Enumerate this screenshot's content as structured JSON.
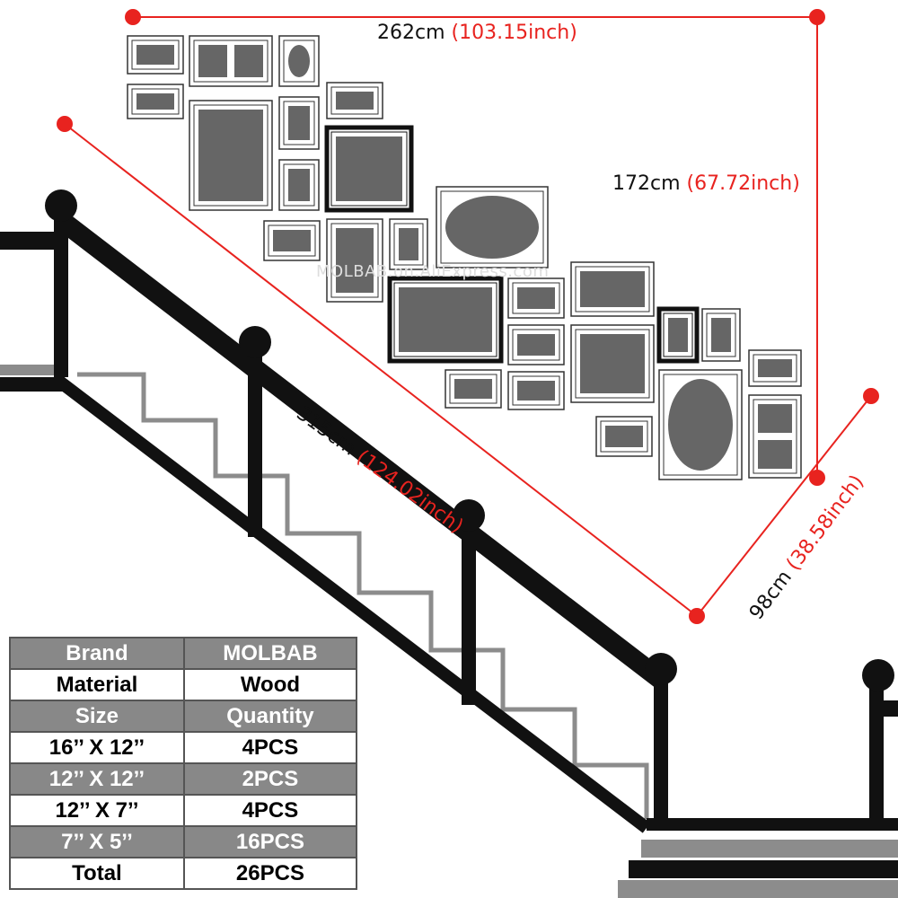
{
  "dimensions": {
    "top_width": {
      "metric": "262cm",
      "imperial": "(103.15inch)"
    },
    "right_height": {
      "metric": "172cm",
      "imperial": "(67.72inch)"
    },
    "diagonal": {
      "metric": "315cm",
      "imperial": "(124.02inch)"
    },
    "short_side": {
      "metric": "98cm",
      "imperial": "(38.58inch)"
    }
  },
  "watermark": "MOLBAB.on.AliExpress.com",
  "spec_table": {
    "rows": [
      [
        "Brand",
        "MOLBAB"
      ],
      [
        "Material",
        "Wood"
      ],
      [
        "Size",
        "Quantity"
      ],
      [
        "16’’ X 12’’",
        "4PCS"
      ],
      [
        "12’’ X 12’’",
        "2PCS"
      ],
      [
        "12’’ X 7’’",
        "4PCS"
      ],
      [
        "7’’ X 5’’",
        "16PCS"
      ],
      [
        "Total",
        "26PCS"
      ]
    ]
  },
  "colors": {
    "measure_line": "#e8231f",
    "railing": "#111111",
    "stair_outline": "#8c8c8c",
    "photo_fill": "#666666",
    "frame_border": "#333333",
    "black_frame": "#111111",
    "table_gray": "#888888"
  }
}
